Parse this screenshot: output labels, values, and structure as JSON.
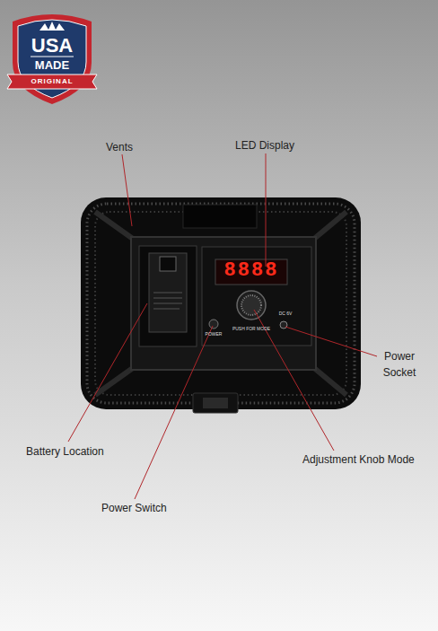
{
  "diagram": {
    "labels": [
      "USA",
      "MADE",
      "ORIGINAL",
      "Vents",
      "LED Display",
      "8888",
      "PUSH FOR MODE",
      "POWER",
      "DC 6V",
      "Power Socket",
      "Adjustment Knob Mode",
      "Battery Location",
      "Power Switch"
    ]
  }
}
